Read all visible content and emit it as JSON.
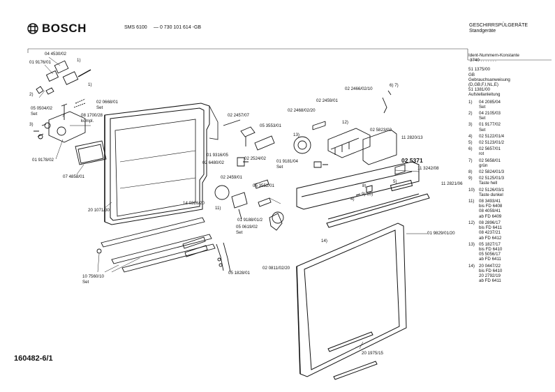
{
  "header": {
    "brand": "BOSCH",
    "model": "SMS 6100",
    "part_ref": "— 0 730 101 614 -GB",
    "category": "GESCHIRRSPÜLGERÄTE",
    "subcategory": "Standgeräte"
  },
  "footer": {
    "doc_number": "160482-6/1"
  },
  "legend": {
    "title": "Ident-Nummern-Konstante",
    "constant": "3740 . . . . . . .",
    "manual_lines": [
      "51 1375/00",
      "GB",
      "Gebrauchsanweisung",
      "(D,GB,F,I,NL,E)",
      "51 1381/00",
      "Aufstellanleitung"
    ],
    "items": [
      {
        "n": "1)",
        "lines": [
          "04 2085/04",
          "Set"
        ]
      },
      {
        "n": "2)",
        "lines": [
          "04 2105/03",
          "Set"
        ]
      },
      {
        "n": "3)",
        "lines": [
          "01 9177/02",
          "Set"
        ]
      },
      {
        "n": "4)",
        "lines": [
          "02 5122/01/4"
        ]
      },
      {
        "n": "5)",
        "lines": [
          "02 5123/01/2"
        ]
      },
      {
        "n": "6)",
        "lines": [
          "02 5657/01",
          "rot"
        ]
      },
      {
        "n": "7)",
        "lines": [
          "02 5658/01",
          "grün"
        ]
      },
      {
        "n": "8)",
        "lines": [
          "02 5824/01/3"
        ]
      },
      {
        "n": "9)",
        "lines": [
          "02 5125/01/3",
          "Taste hell"
        ]
      },
      {
        "n": "10)",
        "lines": [
          "02 5126/03/1",
          "Taste dunkel"
        ]
      },
      {
        "n": "11)",
        "lines": [
          "08 3493/41",
          "bis FD 6408",
          "08 4059/41",
          "ab FD 6409"
        ]
      },
      {
        "n": "12)",
        "lines": [
          "08 2896/17",
          "bis FD 6411",
          "08 4237/21",
          "ab FD 6412"
        ]
      },
      {
        "n": "13)",
        "lines": [
          "05 1827/17",
          "bis FD 6410",
          "05 5056/17",
          "ab FD 6411"
        ]
      },
      {
        "n": "14)",
        "lines": [
          "20 0447/22",
          "bis FD 6410",
          "20 2792/19",
          "ab FD 6411"
        ]
      }
    ]
  },
  "callouts": {
    "c1": "04 4530/02",
    "c2": "01 9176/01",
    "c3": "1)",
    "c4": "1)",
    "c5": "2)",
    "c6": "02 0668/01",
    "c7": "Set",
    "c8": "05 0504/02",
    "c9": "Set",
    "c10": "3)",
    "c11": "08 1700/28",
    "c12": "kompl.",
    "c13": "01 9178/02",
    "c14": "07 4858/01",
    "c15": "20 1071/30",
    "c16": "10 7560/10",
    "c17": "Set",
    "c18": "02 2457/07",
    "c19": "05 3553/01",
    "c20": "13)",
    "c21": "02 2468/02/20",
    "c22": "02 2459/01",
    "c23": "02 2466/02/10",
    "c24": "6) 7)",
    "c25": "12)",
    "c26": "02 5823/02",
    "c27": "11 2820/13",
    "c28": "01 9316/05",
    "c29": "02 6480/02",
    "c30": "02 2524/02",
    "c31": "01 9181/04",
    "c32": "Set",
    "c33": "02 5371",
    "c34": "11 3242/08",
    "c35": "02 2459/01",
    "c36": "05 3552/01",
    "c37": "14 0326/20",
    "c38": "11)",
    "c39": "8)",
    "c40": "5)",
    "c41": "9) 10)",
    "c42": "4)",
    "c43": "11 2821/06",
    "c44": "01 9188/01/2",
    "c45": "05 0619/02",
    "c46": "Set",
    "c47": "01 9829/01/20",
    "c48": "14)",
    "c49": "02 0811/02/20",
    "c50": "05 1828/01",
    "c51": "20 1975/15"
  }
}
